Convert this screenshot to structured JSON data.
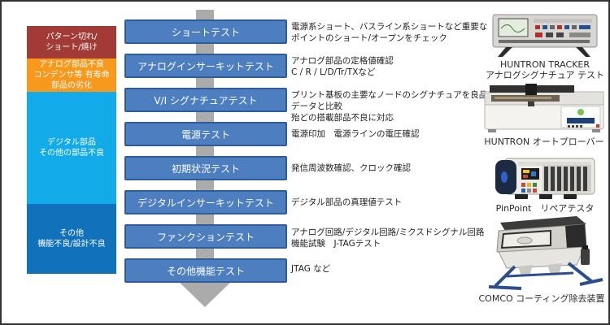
{
  "colors": {
    "category_pattern": "#a23a36",
    "category_analog": "#f8991d",
    "category_digital": "#12aae9",
    "category_other": "#1271bb",
    "step_fill": "#4d7ec0",
    "step_border": "#2e5c9a",
    "arrow": "#ababab"
  },
  "categories": [
    {
      "lines": [
        "パターン切れ/",
        "ショート/焼け"
      ],
      "color": "#a23a36"
    },
    {
      "lines": [
        "アナログ部品不良",
        "コンデンサ等 有寿命",
        "部品の劣化"
      ],
      "color": "#f8991d"
    },
    {
      "lines": [
        "デジタル部品",
        "その他の部品不良"
      ],
      "color": "#12aae9"
    },
    {
      "lines": [
        "その他",
        "機能不良/設計不良"
      ],
      "color": "#1271bb"
    }
  ],
  "steps": [
    {
      "label": "ショートテスト",
      "desc_lines": [
        "電源系ショート、バスライン系ショートなど重要な",
        "ポイントのショート/オープンをチェック"
      ]
    },
    {
      "label": "アナログインサーキットテスト",
      "desc_lines": [
        "アナログ部品の定格値確認",
        "C / R / L/D/Tr/TXなど"
      ]
    },
    {
      "label": "V/I シグナチュアテスト",
      "desc_lines": [
        "プリント基板の主要なノードのシグナチュアを良品",
        "データと比較",
        "殆どの搭載部品不良に対応"
      ]
    },
    {
      "label": "電源テスト",
      "desc_lines": [
        "電源印加　電源ラインの電圧確認"
      ]
    },
    {
      "label": "初期状況テスト",
      "desc_lines": [
        "発信周波数確認、クロック確認"
      ]
    },
    {
      "label": "デジタルインサーキットテスト",
      "desc_lines": [
        "デジタル部品の真理値テスト"
      ]
    },
    {
      "label": "ファンクションテスト",
      "desc_lines": [
        "アナログ回路/デジタル回路/ミクスドシグナル回路",
        "機能試験　J-TAGテスト"
      ]
    },
    {
      "label": "その他機能テスト",
      "desc_lines": [
        "JTAG など"
      ]
    }
  ],
  "products": [
    {
      "caption_lines": [
        "HUNTRON TRACKER",
        "アナログシグナチュア テスト"
      ]
    },
    {
      "caption_lines": [
        "HUNTRON オートプローバー"
      ]
    },
    {
      "caption_lines": [
        "PinPoint　リペアテスタ"
      ]
    },
    {
      "caption_lines": [
        "COMCO コーティング除去装置"
      ]
    }
  ]
}
